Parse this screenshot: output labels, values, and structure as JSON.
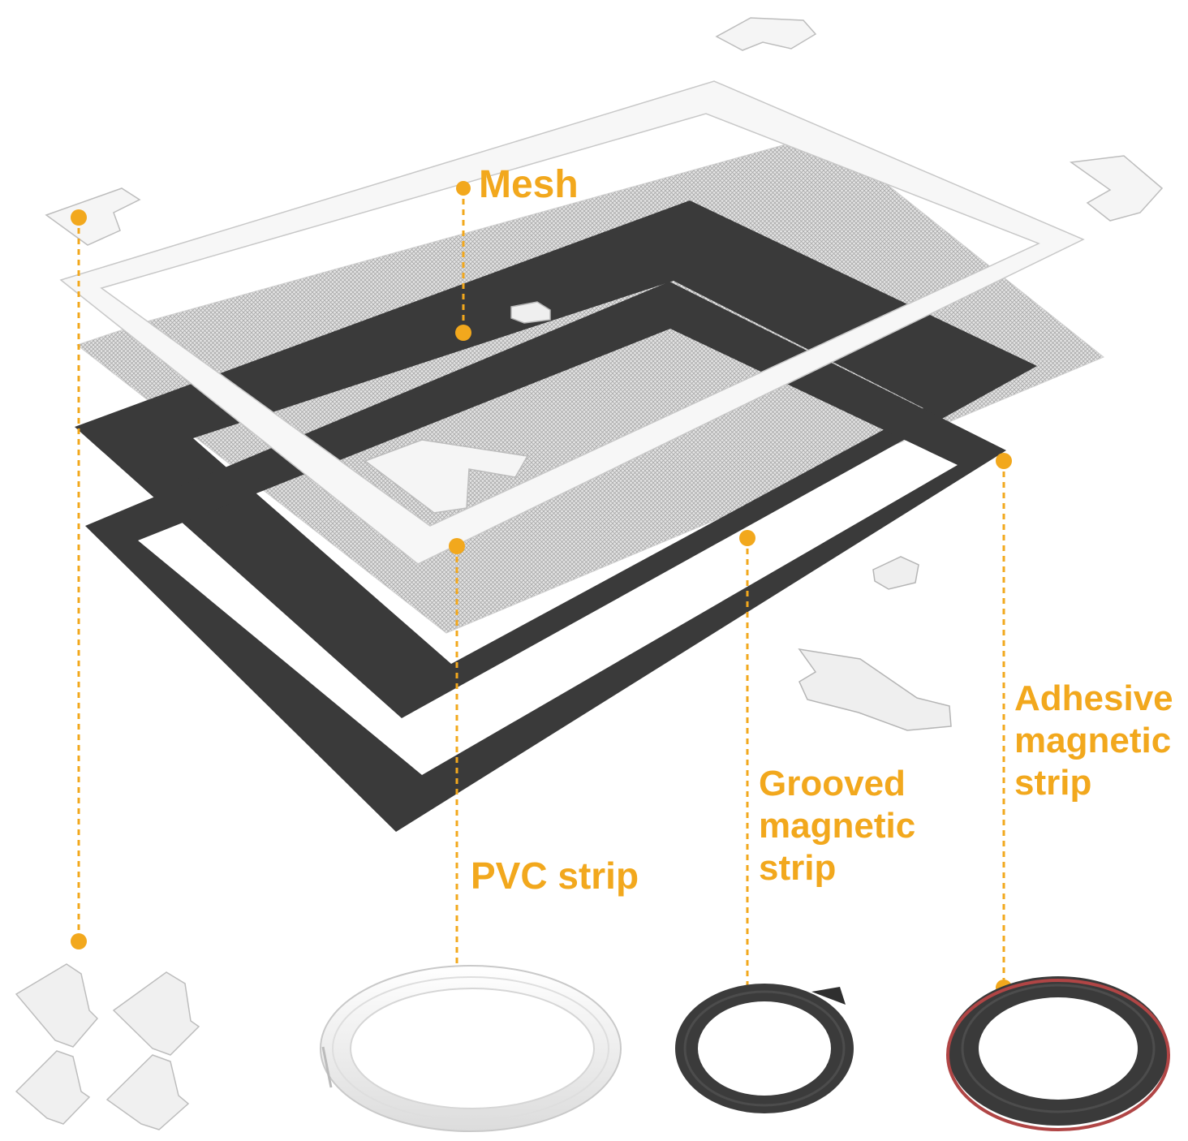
{
  "colors": {
    "accent": "#F2A81D",
    "magnet": "#3a3a3a",
    "frame_white": "#f7f7f7",
    "mesh_gray": "#d4d4d4",
    "adhesive_red": "#b04545",
    "background": "#ffffff"
  },
  "labels": {
    "mesh": "Mesh",
    "pvc": "PVC strip",
    "grooved": [
      "Grooved",
      "magnetic",
      "strip"
    ],
    "adhesive": [
      "Adhesive",
      "magnetic",
      "strip"
    ]
  },
  "icons": [
    "corner-connector-icon",
    "strip-clip-icon",
    "pvc-roll-icon",
    "magnetic-roll-icon"
  ]
}
